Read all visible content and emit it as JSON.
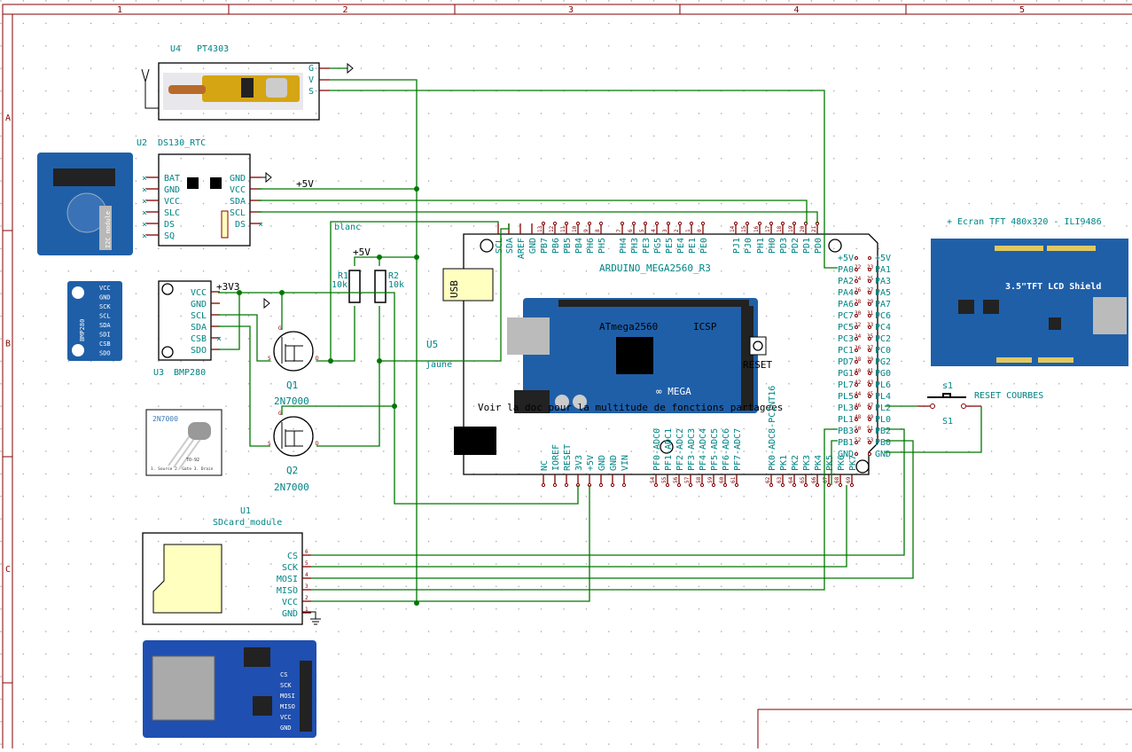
{
  "frame": {
    "columns": [
      "1",
      "2",
      "3",
      "4",
      "5"
    ],
    "rows": [
      "A",
      "B",
      "C"
    ]
  },
  "colors": {
    "wire": "#007800",
    "pin": "#840000",
    "text": "#008484",
    "board": "#1f5fa8"
  },
  "u4": {
    "ref": "U4",
    "value": "PT4303",
    "pins": [
      "G",
      "V",
      "S"
    ]
  },
  "u2": {
    "ref": "U2",
    "value": "DS130_RTC",
    "left_pins": [
      "BAT",
      "GND",
      "VCC",
      "SLC",
      "DS",
      "SQ"
    ],
    "right_pins": [
      "GND",
      "VCC",
      "SDA",
      "SCL",
      "DS"
    ],
    "photo_text": "I2C module"
  },
  "u3": {
    "ref": "U3",
    "value": "BMP280",
    "pins": [
      "VCC",
      "GND",
      "SCL",
      "SDA",
      "CSB",
      "SDO"
    ],
    "photo_pins": [
      "VCC",
      "GND",
      "SCK",
      "SCL",
      "SDA",
      "SDI",
      "CSB",
      "SDO"
    ],
    "photo_text": "BMP280"
  },
  "nets": {
    "p5v_a": "+5V",
    "p5v_b": "+5V",
    "p3v3": "+3V3",
    "blanc": "blanc",
    "jaune": "jaune"
  },
  "r1": {
    "ref": "R1",
    "value": "10k"
  },
  "r2": {
    "ref": "R2",
    "value": "10k"
  },
  "q1": {
    "ref": "Q1",
    "value": "2N7000",
    "g": "G",
    "s": "S",
    "d": "D"
  },
  "q2": {
    "ref": "Q2",
    "value": "2N7000",
    "g": "G",
    "s": "S",
    "d": "D"
  },
  "to92": {
    "title": "2N7000",
    "package": "TO-92",
    "pinout": "1. Source 2. Gate 3. Drain"
  },
  "u5": {
    "ref": "U5",
    "value": "ARDUINO_MEGA2560_R3",
    "usb": "USB",
    "chip": "ATmega2560",
    "icsp": "ICSP",
    "reset": "RESET",
    "note": "Voir la doc pour la multitude de fonctions partagees",
    "top_pins": [
      [
        "SCL",
        ""
      ],
      [
        "SDA",
        ""
      ],
      [
        "AREF",
        ""
      ],
      [
        "GND",
        ""
      ],
      [
        "PB7",
        "13"
      ],
      [
        "PB6",
        "12"
      ],
      [
        "PB5",
        "11"
      ],
      [
        "PB4",
        "10"
      ],
      [
        "PH6",
        "9"
      ],
      [
        "PH5",
        "8"
      ],
      [
        "PH4",
        "7"
      ],
      [
        "PH3",
        "6"
      ],
      [
        "PE3",
        "5"
      ],
      [
        "PG5",
        "4"
      ],
      [
        "PE5",
        "3"
      ],
      [
        "PE4",
        "2"
      ],
      [
        "PE1",
        "1"
      ],
      [
        "PE0",
        "0"
      ],
      [
        "PJ1",
        "14"
      ],
      [
        "PJ0",
        "15"
      ],
      [
        "PH1",
        "16"
      ],
      [
        "PH0",
        "17"
      ],
      [
        "PD3",
        "18"
      ],
      [
        "PD2",
        "19"
      ],
      [
        "PD1",
        "20"
      ],
      [
        "PD0",
        "21"
      ]
    ],
    "bottom_pins": [
      [
        "NC",
        ""
      ],
      [
        "IOREF",
        ""
      ],
      [
        "RESET",
        ""
      ],
      [
        "3V3",
        ""
      ],
      [
        "+5V",
        ""
      ],
      [
        "GND",
        ""
      ],
      [
        "GND",
        ""
      ],
      [
        "VIN",
        ""
      ],
      [
        "PF0-ADC0",
        "54"
      ],
      [
        "PF1-ADC1",
        "55"
      ],
      [
        "PF2-ADC2",
        "56"
      ],
      [
        "PF3-ADC3",
        "57"
      ],
      [
        "PF4-ADC4",
        "58"
      ],
      [
        "PF5-ADC5",
        "59"
      ],
      [
        "PF6-ADC6",
        "60"
      ],
      [
        "PF7-ADC7",
        "61"
      ],
      [
        "PK0-ADC8-PCINT16",
        "62"
      ],
      [
        "PK1",
        "63"
      ],
      [
        "PK2",
        "64"
      ],
      [
        "PK3",
        "65"
      ],
      [
        "PK4",
        "66"
      ],
      [
        "PK5",
        "67"
      ],
      [
        "PK6",
        "68"
      ],
      [
        "PK7",
        "69"
      ]
    ],
    "right_rows": [
      [
        "+5V",
        "",
        "",
        "+5V"
      ],
      [
        "PA0",
        "22",
        "23",
        "PA1"
      ],
      [
        "PA2",
        "24",
        "25",
        "PA3"
      ],
      [
        "PA4",
        "26",
        "27",
        "PA5"
      ],
      [
        "PA6",
        "28",
        "29",
        "PA7"
      ],
      [
        "PC7",
        "30",
        "31",
        "PC6"
      ],
      [
        "PC5",
        "32",
        "33",
        "PC4"
      ],
      [
        "PC3",
        "34",
        "35",
        "PC2"
      ],
      [
        "PC1",
        "36",
        "37",
        "PC0"
      ],
      [
        "PD7",
        "38",
        "39",
        "PG2"
      ],
      [
        "PG1",
        "40",
        "41",
        "PG0"
      ],
      [
        "PL7",
        "42",
        "43",
        "PL6"
      ],
      [
        "PL5",
        "44",
        "45",
        "PL4"
      ],
      [
        "PL3",
        "46",
        "47",
        "PL2"
      ],
      [
        "PL1",
        "48",
        "49",
        "PL0"
      ],
      [
        "PB3",
        "50",
        "51",
        "PB2"
      ],
      [
        "PB1",
        "52",
        "53",
        "PB0"
      ],
      [
        "GND",
        "",
        "",
        "GND"
      ]
    ]
  },
  "u1": {
    "ref": "U1",
    "value": "SDcard_module",
    "pins": [
      [
        "CS",
        "6"
      ],
      [
        "SCK",
        "5"
      ],
      [
        "MOSI",
        "4"
      ],
      [
        "MISO",
        "3"
      ],
      [
        "VCC",
        "2"
      ],
      [
        "GND",
        "1"
      ]
    ],
    "photo_pins": [
      "CS",
      "SCK",
      "MOSI",
      "MISO",
      "VCC",
      "GND"
    ]
  },
  "tft": {
    "title": "+ Ecran TFT 480x320 - ILI9486",
    "shield_text": "3.5\"TFT LCD Shield"
  },
  "s1": {
    "ref": "S1",
    "value": "s1",
    "label": "RESET COURBES"
  }
}
